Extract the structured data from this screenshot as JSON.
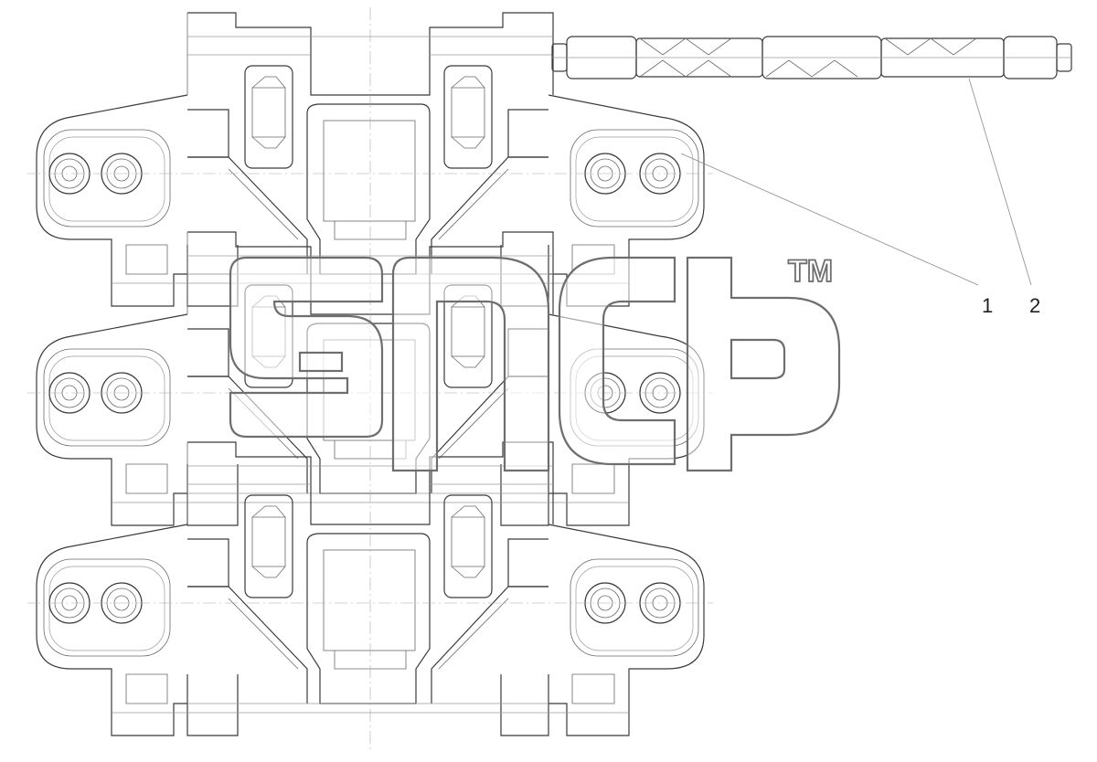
{
  "drawing": {
    "callouts": [
      {
        "label": "1"
      },
      {
        "label": "2"
      }
    ]
  },
  "watermark": {
    "mark": "TM"
  }
}
